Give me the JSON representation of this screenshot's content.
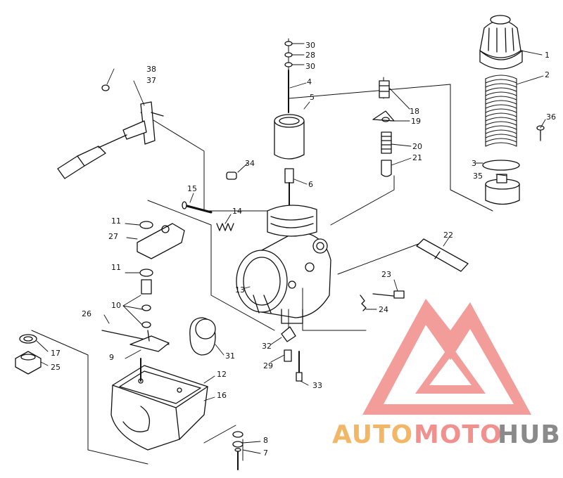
{
  "diagram": {
    "callouts": [
      "1",
      "2",
      "3",
      "4",
      "5",
      "6",
      "7",
      "8",
      "9",
      "10",
      "11",
      "11",
      "12",
      "13",
      "14",
      "15",
      "16",
      "17",
      "18",
      "19",
      "20",
      "21",
      "22",
      "23",
      "24",
      "25",
      "26",
      "27",
      "28",
      "29",
      "30",
      "30",
      "31",
      "32",
      "33",
      "34",
      "35",
      "36",
      "37",
      "38"
    ]
  },
  "watermark": {
    "part1": "AUTO",
    "part2": "MOTO",
    "part3": "HUB",
    "colors": {
      "auto": "#f2b766",
      "moto": "#f0918e",
      "hub": "#8a8a8a",
      "logo": "#f08c88"
    }
  }
}
